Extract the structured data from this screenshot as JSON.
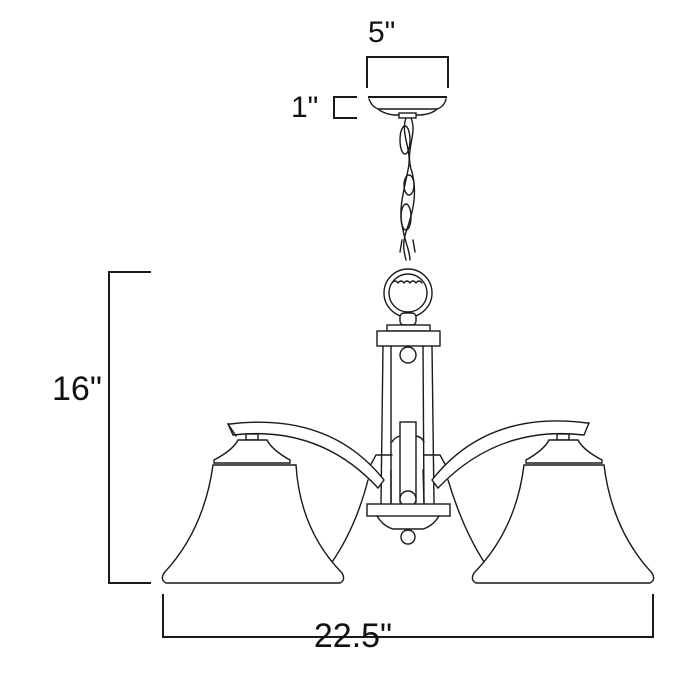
{
  "diagram": {
    "subject": "Three-light chandelier with bell-shaped glass shades, dimension drawing",
    "colors": {
      "line": "#1a1a1a",
      "background": "#ffffff"
    },
    "dimensions": {
      "canopy_width": "5\"",
      "canopy_height": "1\"",
      "fixture_height": "16\"",
      "fixture_width": "22.5\""
    },
    "components": [
      "canopy",
      "chain",
      "loop-ring",
      "center-column",
      "curved-arms",
      "bell-shades-left-right",
      "center-shade",
      "bottom-finial"
    ]
  }
}
